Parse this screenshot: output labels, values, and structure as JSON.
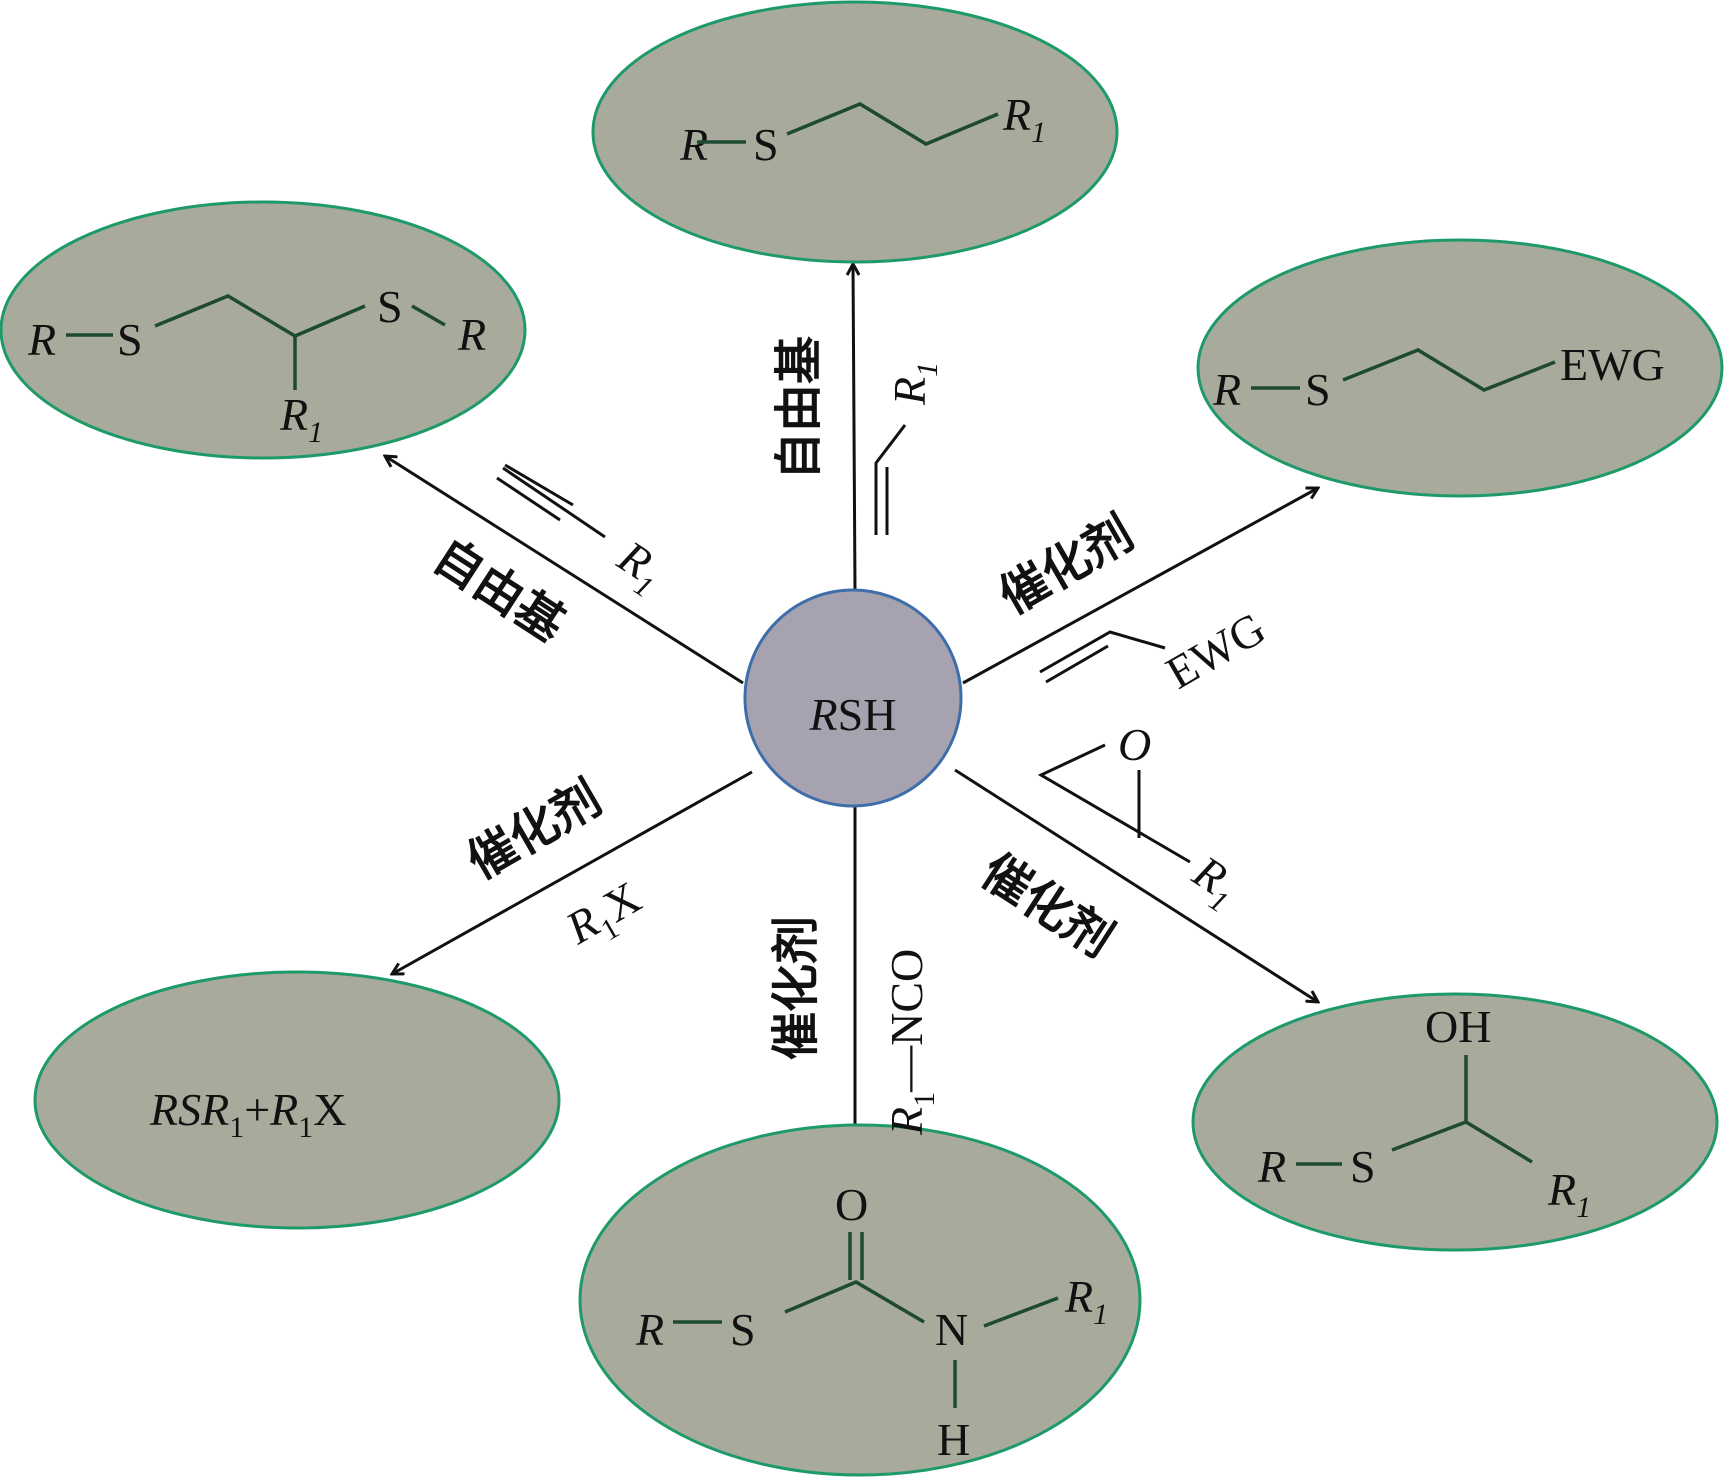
{
  "center": {
    "label_italic": "R",
    "label_rest": "SH"
  },
  "colors": {
    "product_fill": "#a8ab9c",
    "product_stroke": "#1e9a6a",
    "center_fill": "#a7a2b0",
    "center_stroke": "#3d6eaa",
    "bond_color": "#1f4a32"
  },
  "products": {
    "top": {
      "R": "R",
      "S": "S",
      "R1": "R",
      "R1_sub": "1"
    },
    "top_left": {
      "R": "R",
      "S1": "S",
      "S2": "S",
      "R_end": "R",
      "R1": "R",
      "R1_sub": "1"
    },
    "top_right": {
      "R": "R",
      "S": "S",
      "group": "EWG"
    },
    "bottom_right": {
      "OH": "OH",
      "R": "R",
      "S": "S",
      "R1": "R",
      "R1_sub": "1"
    },
    "bottom": {
      "O": "O",
      "R": "R",
      "S": "S",
      "N": "N",
      "H": "H",
      "R1": "R",
      "R1_sub": "1"
    },
    "bottom_left": {
      "p1": "R",
      "p2": "SR",
      "p3": "1",
      "p4": "+",
      "p5": "R",
      "p6": "1",
      "p7": "X"
    }
  },
  "reactions": {
    "top": {
      "condition": "自由基",
      "reagent_R1": "R",
      "reagent_sub": "1"
    },
    "top_left": {
      "condition": "自由基",
      "reagent_R1": "R",
      "reagent_sub": "1"
    },
    "top_right": {
      "condition": "催化剂",
      "reagent": "EWG"
    },
    "bottom_right": {
      "condition": "催化剂",
      "O": "O",
      "reagent_R1": "R",
      "reagent_sub": "1"
    },
    "bottom": {
      "condition": "催化剂",
      "reagent_R1": "R",
      "reagent_sub": "1",
      "reagent_rest": "—NCO"
    },
    "bottom_left": {
      "condition": "催化剂",
      "reagent_R1": "R",
      "reagent_sub": "1",
      "reagent_rest": "X"
    }
  }
}
